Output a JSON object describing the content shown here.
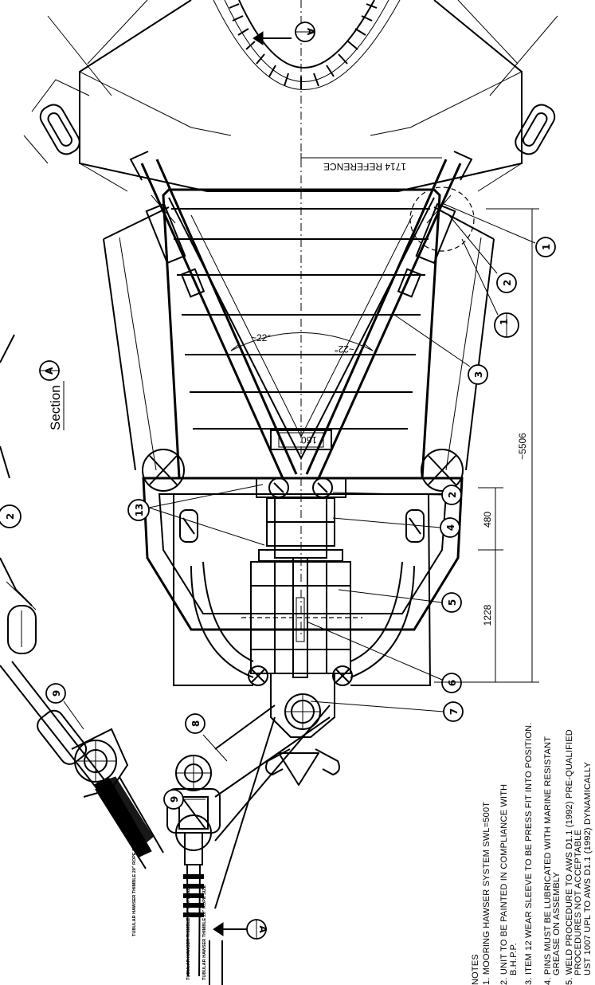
{
  "section_label": "Section",
  "section_mark": "A",
  "section_cut_mark": "A",
  "detail_mark_num": "1",
  "detail_mark_den": "—",
  "dimensions": {
    "reference": "1714 REFERENCE",
    "length_overall": "~5506",
    "length_a": "1228",
    "length_b": "480",
    "angle_top": "~22°",
    "angle_bottom": "~22°",
    "gap": "160"
  },
  "callouts": [
    "1",
    "2",
    "2",
    "3",
    "4",
    "5",
    "6",
    "7",
    "8",
    "9",
    "9",
    "13"
  ],
  "thimble_labels": [
    "TUBULAR HAWSER THIMBLE 20\" ROPE SIZE",
    "TUBULAR HAWSER THIMBLE 20\" ROPE SIZE",
    "TUBULAR HAWSER THIMBLE 20\" ROPE SIZE"
  ],
  "notes": {
    "heading": "NOTES",
    "items": [
      "1. MOORING HAWSER SYSTEM SWL=500T",
      "2. UNIT TO BE PAINTED IN COMPLIANCE WITH",
      "B.H.P.P.",
      "3. ITEM 12 WEAR SLEEVE TO BE PRESS FIT INTO POSITION.",
      "4. PINS MUST BE LUBRICATED WITH MARINE RESISTANT",
      "GREASE ON ASSEMBLY",
      "5. WELD PROCEDURE TO AWS D1.1 (1992) PRE-QUALIFIED",
      "PROCEDURES NOT ACCEPTABLE",
      "UST 1007 UPL TO AWS D1.1 (1992) DYNAMICALLY"
    ]
  }
}
